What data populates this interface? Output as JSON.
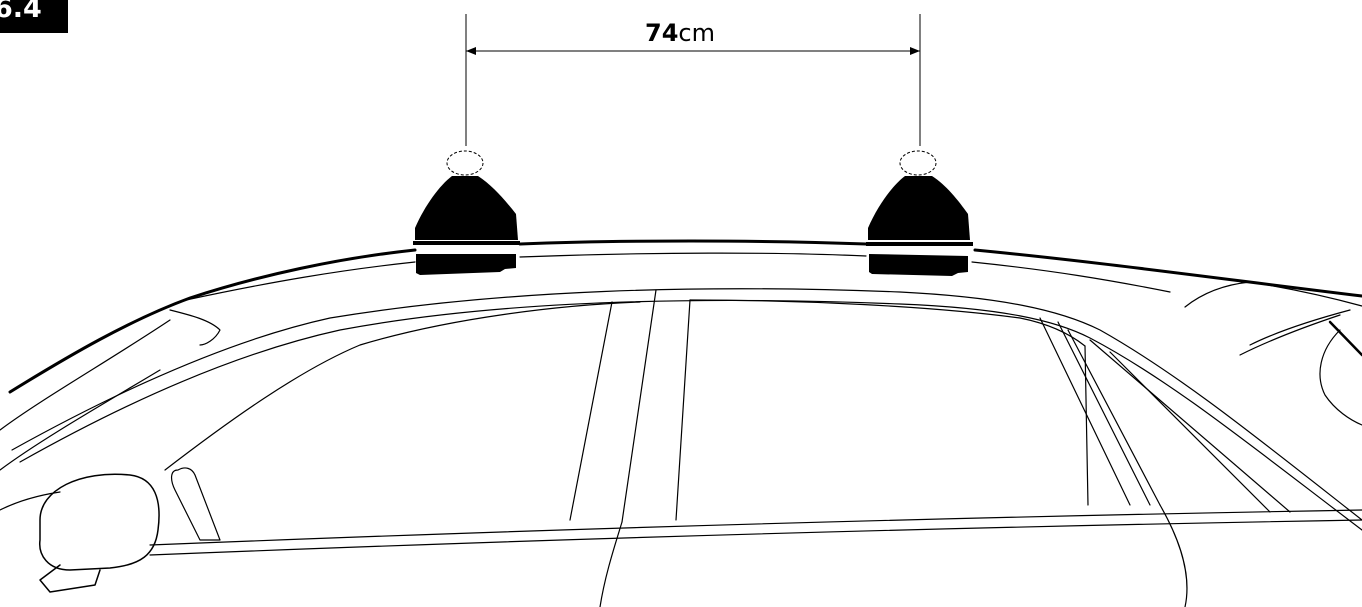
{
  "step": {
    "label": "6.4"
  },
  "measurement": {
    "value": "74",
    "unit": "cm"
  },
  "colors": {
    "ink": "#000000",
    "paper": "#ffffff"
  }
}
